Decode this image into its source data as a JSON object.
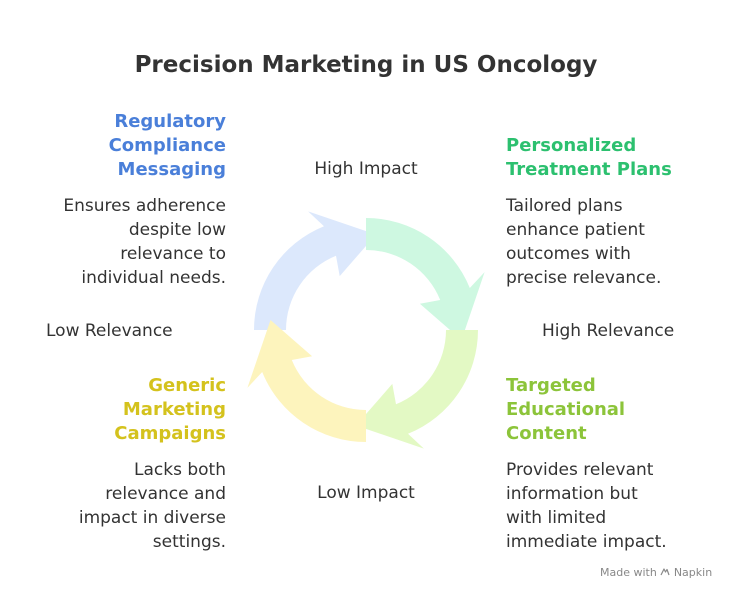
{
  "title": "Precision Marketing in US Oncology",
  "quadrants": {
    "top_left": {
      "heading_lines": [
        "Regulatory",
        "Compliance",
        "Messaging"
      ],
      "description_lines": [
        "Ensures adherence",
        "despite low",
        "relevance to",
        "individual needs."
      ],
      "color": "#4a7fd9"
    },
    "top_right": {
      "heading_lines": [
        "Personalized",
        "Treatment Plans"
      ],
      "description_lines": [
        "Tailored plans",
        "enhance patient",
        "outcomes with",
        "precise relevance."
      ],
      "color": "#2cc06f"
    },
    "bottom_left": {
      "heading_lines": [
        "Generic",
        "Marketing",
        "Campaigns"
      ],
      "description_lines": [
        "Lacks both",
        "relevance and",
        "impact in diverse",
        "settings."
      ],
      "color": "#d4c21d"
    },
    "bottom_right": {
      "heading_lines": [
        "Targeted",
        "Educational",
        "Content"
      ],
      "description_lines": [
        "Provides relevant",
        "information but",
        "with limited",
        "immediate impact."
      ],
      "color": "#8cc43a"
    }
  },
  "axes": {
    "top": "High Impact",
    "bottom": "Low Impact",
    "left": "Low Relevance",
    "right": "High Relevance"
  },
  "cycle_colors": {
    "top_left": "#dce8fc",
    "top_right": "#cef8e1",
    "bottom_right": "#e3f9c4",
    "bottom_left": "#fdf4bd"
  },
  "footer": {
    "made_with": "Made with",
    "brand": "Napkin"
  }
}
